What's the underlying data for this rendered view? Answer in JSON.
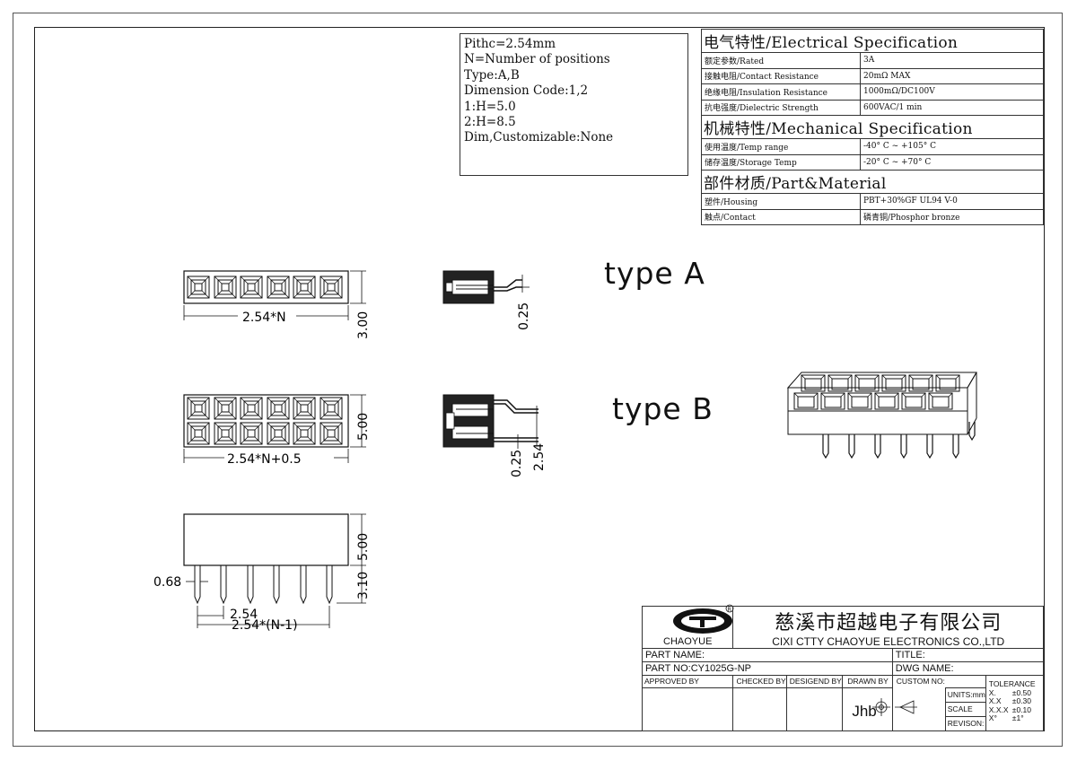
{
  "notes": {
    "lines": [
      "Pithc=2.54mm",
      "N=Number of positions",
      "Type:A,B",
      "Dimension Code:1,2",
      "1:H=5.0",
      "2:H=8.5",
      "Dim,Customizable:None"
    ]
  },
  "spec": {
    "electrical_header": "电气特性/Electrical Specification",
    "electrical": [
      {
        "label": "额定参数/Rated",
        "value": "3A"
      },
      {
        "label": "接触电阻/Contact Resistance",
        "value": "20mΩ MAX"
      },
      {
        "label": "绝缘电阻/Insulation Resistance",
        "value": "1000mΩ/DC100V"
      },
      {
        "label": "抗电强度/Dielectric Strength",
        "value": "600VAC/1 min"
      }
    ],
    "mechanical_header": "机械特性/Mechanical Specification",
    "mechanical": [
      {
        "label": "使用温度/Temp range",
        "value": "-40° C ~ +105° C"
      },
      {
        "label": "储存温度/Storage Temp",
        "value": "-20° C ~ +70° C"
      }
    ],
    "material_header": "部件材质/Part&Material",
    "material": [
      {
        "label": "塑件/Housing",
        "value": "PBT+30%GF  UL94  V-0"
      },
      {
        "label": "触点/Contact",
        "value": "磷青铜/Phosphor bronze"
      }
    ]
  },
  "labels": {
    "type_a": "type A",
    "type_b": "type B"
  },
  "dims": {
    "a_width": "2.54*N",
    "a_height": "3.00",
    "a_side": "0.25",
    "b_width": "2.54*N+0.5",
    "b_height": "5.00",
    "b_side1": "0.25",
    "b_side2": "2.54",
    "f_height": "5.00",
    "f_pin": "3.10",
    "f_pinw": "0.68",
    "f_pitch": "2.54",
    "f_total": "2.54*(N-1)"
  },
  "title_block": {
    "logo_text": "CHAOYUE",
    "company_cn": "慈溪市超越电子有限公司",
    "company_en": "CIXI CTTY CHAOYUE ELECTRONICS CO.,LTD",
    "part_name": "PART NAME:",
    "title": "TITLE:",
    "part_no": "PART NO:CY1025G-NP",
    "dwg_name": "DWG NAME:",
    "approved_by": "APPROVED BY",
    "checked_by": "CHECKED BY",
    "designed_by": "DESIGEND BY",
    "drawn_by": "DRAWN BY",
    "custom_no": "CUSTOM NO:",
    "drawer": "Jhb",
    "units": "UNITS:mm",
    "scale": "SCALE",
    "revision": "REVISON:",
    "tolerance": "TOLERANCE",
    "tol_rows": [
      {
        "k": "X.",
        "v": "±0.50"
      },
      {
        "k": "X.X",
        "v": "±0.30"
      },
      {
        "k": "X.X.X",
        "v": "±0.10"
      },
      {
        "k": "X°",
        "v": "±1°"
      }
    ]
  }
}
